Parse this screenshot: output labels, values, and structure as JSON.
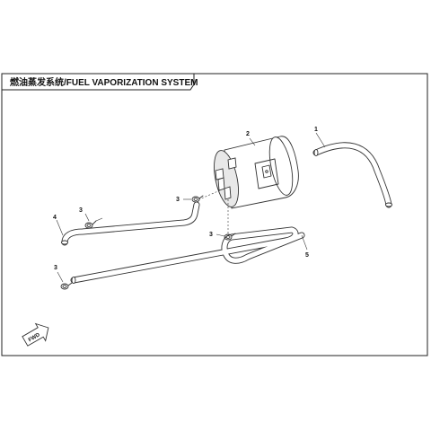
{
  "title": "燃油蒸发系统/FUEL VAPORIZATION SYSTEM",
  "parts": [
    {
      "id": "hose-1",
      "callout": "1",
      "icon": "fuel-hose-icon"
    },
    {
      "id": "canister-2",
      "callout": "2",
      "icon": "carbon-canister-icon"
    },
    {
      "id": "clamp-3a",
      "callout": "3",
      "icon": "hose-clamp-icon"
    },
    {
      "id": "clamp-3b",
      "callout": "3",
      "icon": "hose-clamp-icon"
    },
    {
      "id": "clamp-3c",
      "callout": "3",
      "icon": "hose-clamp-icon"
    },
    {
      "id": "clamp-3d",
      "callout": "3",
      "icon": "hose-clamp-icon"
    },
    {
      "id": "hose-4",
      "callout": "4",
      "icon": "vapor-hose-icon"
    },
    {
      "id": "hose-5",
      "callout": "5",
      "icon": "vapor-hose-icon"
    }
  ],
  "direction": {
    "label": "FWD",
    "icon": "forward-arrow-icon"
  }
}
